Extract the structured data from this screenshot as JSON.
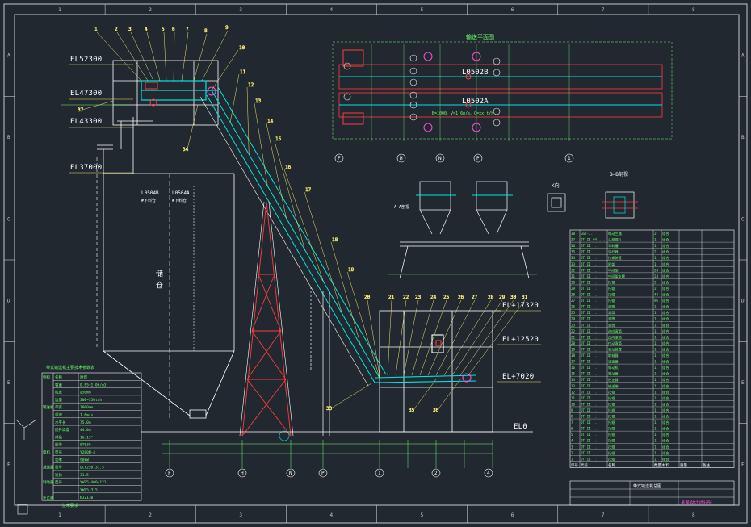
{
  "colors": {
    "background": "#212830",
    "frame": "#c8c8c8",
    "structure": "#ffffff",
    "conveyor": "#00e5e5",
    "accent_red": "#ff3b3b",
    "accent_magenta": "#ff4fd8",
    "leader": "#f2e36b",
    "text_green": "#6cff6c",
    "dim": "#4fd3e6"
  },
  "frame": {
    "col_markers": [
      "1",
      "2",
      "3",
      "4",
      "5",
      "6",
      "7",
      "8"
    ],
    "row_markers": [
      "A",
      "B",
      "C",
      "D",
      "E",
      "F"
    ]
  },
  "elevations_left": [
    "EL52300",
    "EL47300",
    "EL43300",
    "EL37000"
  ],
  "elevations_right": [
    "EL+17320",
    "EL+12520",
    "EL+7020",
    "EL0"
  ],
  "part_numbers_top": [
    "1",
    "2",
    "3",
    "4",
    "5",
    "6",
    "7",
    "8",
    "9"
  ],
  "part_numbers_diagonal": [
    "10",
    "11",
    "12",
    "13",
    "14",
    "15",
    "16",
    "17",
    "18",
    "19"
  ],
  "part_numbers_bottom": [
    "20",
    "21",
    "22",
    "23",
    "24",
    "25",
    "26",
    "27",
    "28",
    "29",
    "30",
    "31"
  ],
  "part_numbers_misc": [
    "37",
    "34",
    "33",
    "35",
    "36"
  ],
  "plan_view": {
    "title": "输送平面图",
    "label_top": "L0502B",
    "label_bottom": "L0502A",
    "note": "B=1000、V=1.6m/s、Q=xx t/h"
  },
  "bin": {
    "tags": [
      "L0504B",
      "L0504A"
    ],
    "subtags": [
      "#下料仓",
      "#下料仓"
    ],
    "name": "储 仓"
  },
  "section_aa": "A—A剖视",
  "section_bb": "B—B剖视",
  "section_k": "K向",
  "grid_axes_bottom": [
    "F",
    "H",
    "N",
    "P",
    "1",
    "2",
    "4"
  ],
  "grid_axes_plan": [
    "F",
    "H",
    "N",
    "P",
    "1"
  ],
  "parameters": {
    "title": "带式输送机主要技术参数表",
    "rows": [
      {
        "group": "物料",
        "key": "名称",
        "val": "原煤"
      },
      {
        "group": "",
        "key": "容重",
        "val": "0.85~1.0t/m3"
      },
      {
        "group": "",
        "key": "粒度",
        "val": "≤50mm"
      },
      {
        "group": "",
        "key": "运量",
        "val": "300~350t/h"
      },
      {
        "group": "输送机",
        "key": "带宽",
        "val": "1000mm"
      },
      {
        "group": "",
        "key": "带速",
        "val": "1.6m/s"
      },
      {
        "group": "",
        "key": "水平长",
        "val": "75.0m"
      },
      {
        "group": "",
        "key": "提升高度",
        "val": "44.0m"
      },
      {
        "group": "",
        "key": "倾角",
        "val": "16.13°"
      },
      {
        "group": "",
        "key": "胶带",
        "val": "ST630"
      },
      {
        "group": "电机",
        "key": "型号",
        "val": "Y280M-4"
      },
      {
        "group": "",
        "key": "功率",
        "val": "90kW"
      },
      {
        "group": "减速器",
        "key": "型号",
        "val": "DCY250-31.5"
      },
      {
        "group": "",
        "key": "速比",
        "val": "31.5"
      },
      {
        "group": "制动器",
        "key": "型号",
        "val": "YWZ5-400/121"
      },
      {
        "group": "",
        "key": "",
        "val": "YWZ5-315"
      },
      {
        "group": "逆止器",
        "key": "",
        "val": "NJZ130"
      }
    ],
    "footer": "技术要求"
  },
  "bom": {
    "rows": [
      {
        "no": "38",
        "code": "GGT-...",
        "name": "电动三通",
        "qty": "2",
        "mat": "组合",
        "wt": "",
        "note": ""
      },
      {
        "no": "37",
        "code": "DT II 04-...",
        "name": "头部漏斗",
        "qty": "1",
        "mat": "组合",
        "wt": "",
        "note": ""
      },
      {
        "no": "36",
        "code": "DT II ...",
        "name": "导料槽",
        "qty": "1",
        "mat": "组合",
        "wt": "",
        "note": ""
      },
      {
        "no": "35",
        "code": "DT II ...",
        "name": "清扫器",
        "qty": "2",
        "mat": "组合",
        "wt": "",
        "note": ""
      },
      {
        "no": "34",
        "code": "DT II ...",
        "name": "拉紧装置",
        "qty": "1",
        "mat": "组合",
        "wt": "",
        "note": ""
      },
      {
        "no": "33",
        "code": "DT II ...",
        "name": "尾架",
        "qty": "1",
        "mat": "组合",
        "wt": "",
        "note": ""
      },
      {
        "no": "32",
        "code": "DT II ...",
        "name": "中间架",
        "qty": "24",
        "mat": "组合",
        "wt": "",
        "note": ""
      },
      {
        "no": "31",
        "code": "DT II ...",
        "name": "中间架支腿",
        "qty": "24",
        "mat": "组合",
        "wt": "",
        "note": ""
      },
      {
        "no": "30",
        "code": "DT II ...",
        "name": "托辊",
        "qty": "2",
        "mat": "组合",
        "wt": "",
        "note": ""
      },
      {
        "no": "29",
        "code": "DT II ...",
        "name": "托辊",
        "qty": "2",
        "mat": "组合",
        "wt": "",
        "note": ""
      },
      {
        "no": "28",
        "code": "DT II ...",
        "name": "托辊",
        "qty": "48",
        "mat": "组合",
        "wt": "",
        "note": ""
      },
      {
        "no": "27",
        "code": "DT II ...",
        "name": "托辊",
        "qty": "96",
        "mat": "组合",
        "wt": "",
        "note": ""
      },
      {
        "no": "26",
        "code": "DT II ...",
        "name": "滚筒",
        "qty": "1",
        "mat": "组合",
        "wt": "",
        "note": ""
      },
      {
        "no": "25",
        "code": "DT II ...",
        "name": "滚筒",
        "qty": "1",
        "mat": "组合",
        "wt": "",
        "note": ""
      },
      {
        "no": "24",
        "code": "DT II ...",
        "name": "滚筒",
        "qty": "1",
        "mat": "组合",
        "wt": "",
        "note": ""
      },
      {
        "no": "23",
        "code": "DT II ...",
        "name": "滚筒",
        "qty": "1",
        "mat": "组合",
        "wt": "",
        "note": ""
      },
      {
        "no": "22",
        "code": "DT II ...",
        "name": "改向滚筒",
        "qty": "1",
        "mat": "组合",
        "wt": "",
        "note": ""
      },
      {
        "no": "21",
        "code": "DT II ...",
        "name": "改向滚筒",
        "qty": "1",
        "mat": "组合",
        "wt": "",
        "note": ""
      },
      {
        "no": "20",
        "code": "DT II ...",
        "name": "传动滚筒",
        "qty": "1",
        "mat": "组合",
        "wt": "",
        "note": ""
      },
      {
        "no": "19",
        "code": "DT II ...",
        "name": "驱动装置",
        "qty": "1",
        "mat": "组合",
        "wt": "",
        "note": ""
      },
      {
        "no": "18",
        "code": "DT II ...",
        "name": "联轴器",
        "qty": "1",
        "mat": "组合",
        "wt": "",
        "note": ""
      },
      {
        "no": "17",
        "code": "DT II ...",
        "name": "减速器",
        "qty": "1",
        "mat": "组合",
        "wt": "",
        "note": ""
      },
      {
        "no": "16",
        "code": "DT II ...",
        "name": "电动机",
        "qty": "1",
        "mat": "组合",
        "wt": "",
        "note": ""
      },
      {
        "no": "15",
        "code": "DT II ...",
        "name": "制动器",
        "qty": "1",
        "mat": "组合",
        "wt": "",
        "note": ""
      },
      {
        "no": "14",
        "code": "DT II ...",
        "name": "逆止器",
        "qty": "1",
        "mat": "组合",
        "wt": "",
        "note": ""
      },
      {
        "no": "13",
        "code": "DT II ...",
        "name": "输送带",
        "qty": "1",
        "mat": "组合",
        "wt": "",
        "note": ""
      },
      {
        "no": "12",
        "code": "DT II ...",
        "name": "托辊",
        "qty": "1",
        "mat": "组合",
        "wt": "",
        "note": ""
      },
      {
        "no": "11",
        "code": "DT II ...",
        "name": "托辊",
        "qty": "1",
        "mat": "组合",
        "wt": "",
        "note": ""
      },
      {
        "no": "10",
        "code": "DT II ...",
        "name": "托辊",
        "qty": "1",
        "mat": "组合",
        "wt": "",
        "note": ""
      },
      {
        "no": "9",
        "code": "DT II ...",
        "name": "托辊",
        "qty": "1",
        "mat": "组合",
        "wt": "",
        "note": ""
      },
      {
        "no": "8",
        "code": "DT II ...",
        "name": "托辊",
        "qty": "1",
        "mat": "组合",
        "wt": "",
        "note": ""
      },
      {
        "no": "7",
        "code": "DT II ...",
        "name": "托辊",
        "qty": "1",
        "mat": "组合",
        "wt": "",
        "note": ""
      },
      {
        "no": "6",
        "code": "DT II ...",
        "name": "托辊",
        "qty": "1",
        "mat": "组合",
        "wt": "",
        "note": ""
      },
      {
        "no": "5",
        "code": "DT II ...",
        "name": "托辊",
        "qty": "1",
        "mat": "组合",
        "wt": "",
        "note": ""
      },
      {
        "no": "4",
        "code": "DT II ...",
        "name": "托辊",
        "qty": "1",
        "mat": "组合",
        "wt": "",
        "note": ""
      },
      {
        "no": "3",
        "code": "DT II ...",
        "name": "托辊",
        "qty": "1",
        "mat": "组合",
        "wt": "",
        "note": ""
      },
      {
        "no": "2",
        "code": "DT II ...",
        "name": "托辊",
        "qty": "1",
        "mat": "组合",
        "wt": "",
        "note": ""
      },
      {
        "no": "1",
        "code": "DT II ...",
        "name": "托辊",
        "qty": "1",
        "mat": "组合",
        "wt": "",
        "note": ""
      }
    ],
    "header": [
      "序号",
      "代号",
      "名称",
      "数量",
      "材料",
      "重量",
      "备注"
    ],
    "title_block_main": "带式输送机总图",
    "title_block_right": "某某设计研究院"
  }
}
